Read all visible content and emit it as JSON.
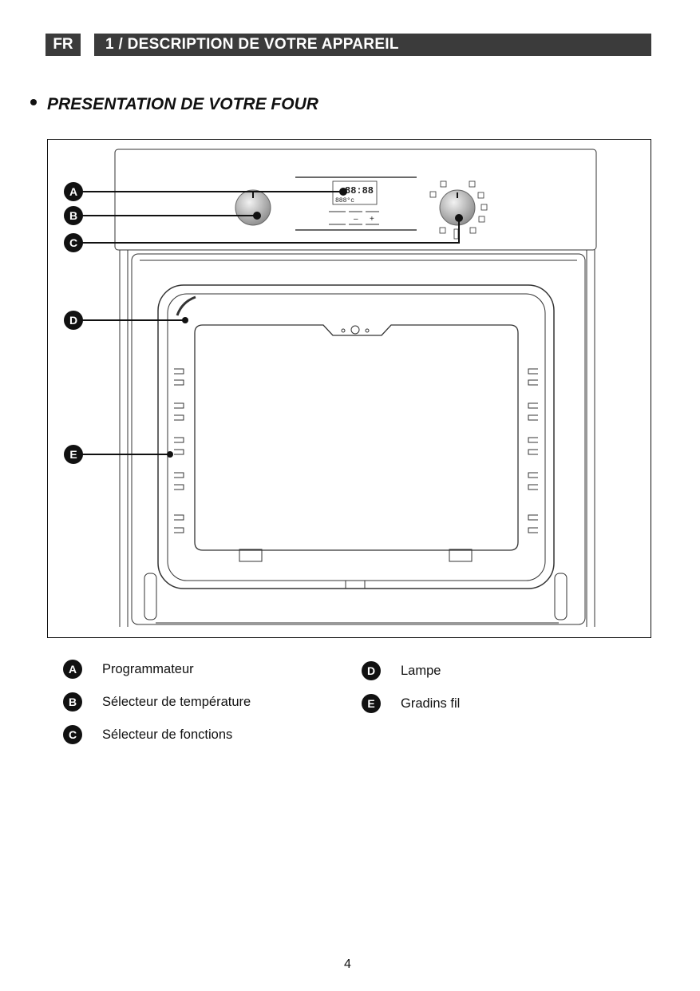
{
  "header": {
    "lang": "FR",
    "title": "1 / DESCRIPTION DE VOTRE APPAREIL"
  },
  "section_title": "PRESENTATION DE VOTRE FOUR",
  "diagram": {
    "callouts": [
      "A",
      "B",
      "C",
      "D",
      "E"
    ],
    "display_time": "88:88",
    "display_temp": "888°c",
    "minus": "–",
    "plus": "+"
  },
  "legend": [
    {
      "key": "A",
      "label": "Programmateur"
    },
    {
      "key": "B",
      "label": "Sélecteur de température"
    },
    {
      "key": "C",
      "label": "Sélecteur de fonctions"
    },
    {
      "key": "D",
      "label": "Lampe"
    },
    {
      "key": "E",
      "label": "Gradins fil"
    }
  ],
  "page_number": "4"
}
